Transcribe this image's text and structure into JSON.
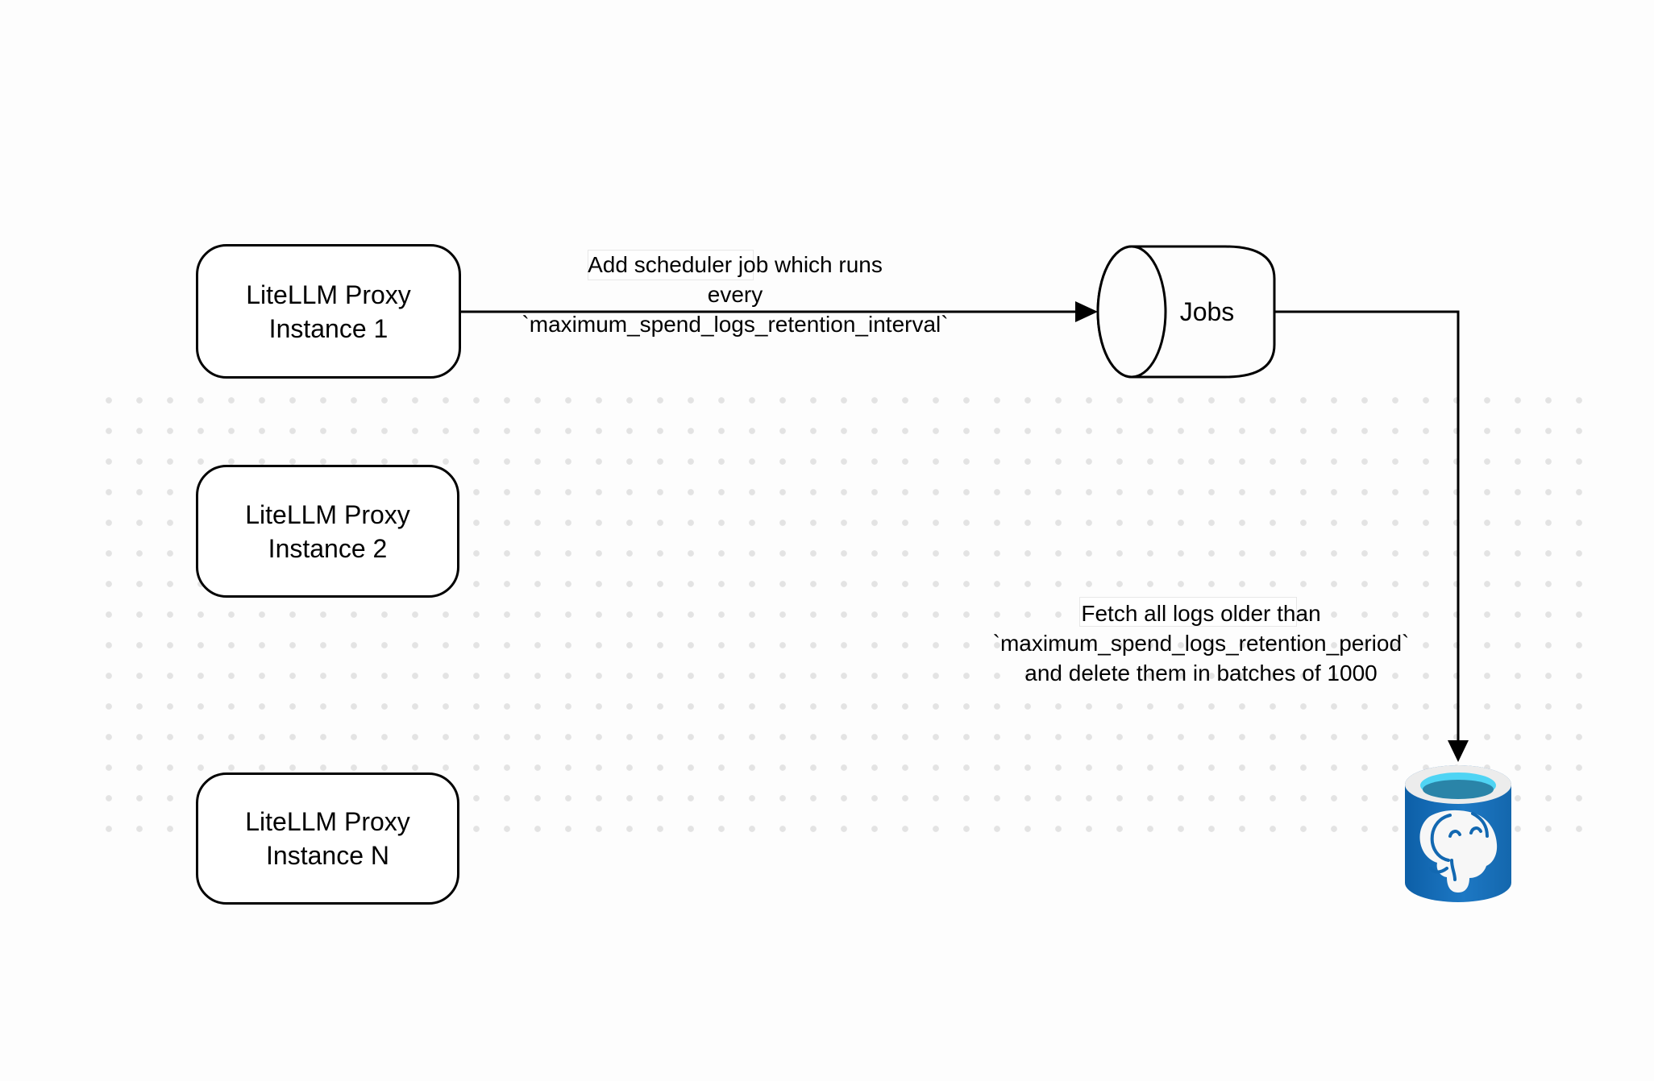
{
  "canvas": {
    "background_color": "#fdfdfd",
    "grid_dot_color": "#e3e3e3"
  },
  "nodes": {
    "instance1": {
      "line1": "LiteLLM Proxy",
      "line2": "Instance 1"
    },
    "instance2": {
      "line1": "LiteLLM Proxy",
      "line2": "Instance 2"
    },
    "instanceN": {
      "line1": "LiteLLM Proxy",
      "line2": "Instance N"
    },
    "jobs": {
      "label": "Jobs"
    }
  },
  "edges": {
    "add_scheduler": {
      "line1": "Add scheduler job which runs",
      "line2": "every `maximum_spend_logs_retention_interval`"
    },
    "fetch_logs": {
      "line1": "Fetch all logs older than",
      "line2": "`maximum_spend_logs_retention_period`",
      "line3": "and delete them in batches of 1000"
    }
  },
  "icons": {
    "postgres": "postgresql-database-icon"
  },
  "colors": {
    "stroke": "#000000",
    "node_fill": "#ffffff",
    "postgres_body_blue": "#1268b1",
    "postgres_body_blue_light": "#1d78c4",
    "postgres_ring_gray": "#ececec",
    "postgres_water_cyan": "#4fd4f4",
    "postgres_water_teal": "#2a84a8",
    "postgres_elephant_white": "#f7f7f7"
  }
}
